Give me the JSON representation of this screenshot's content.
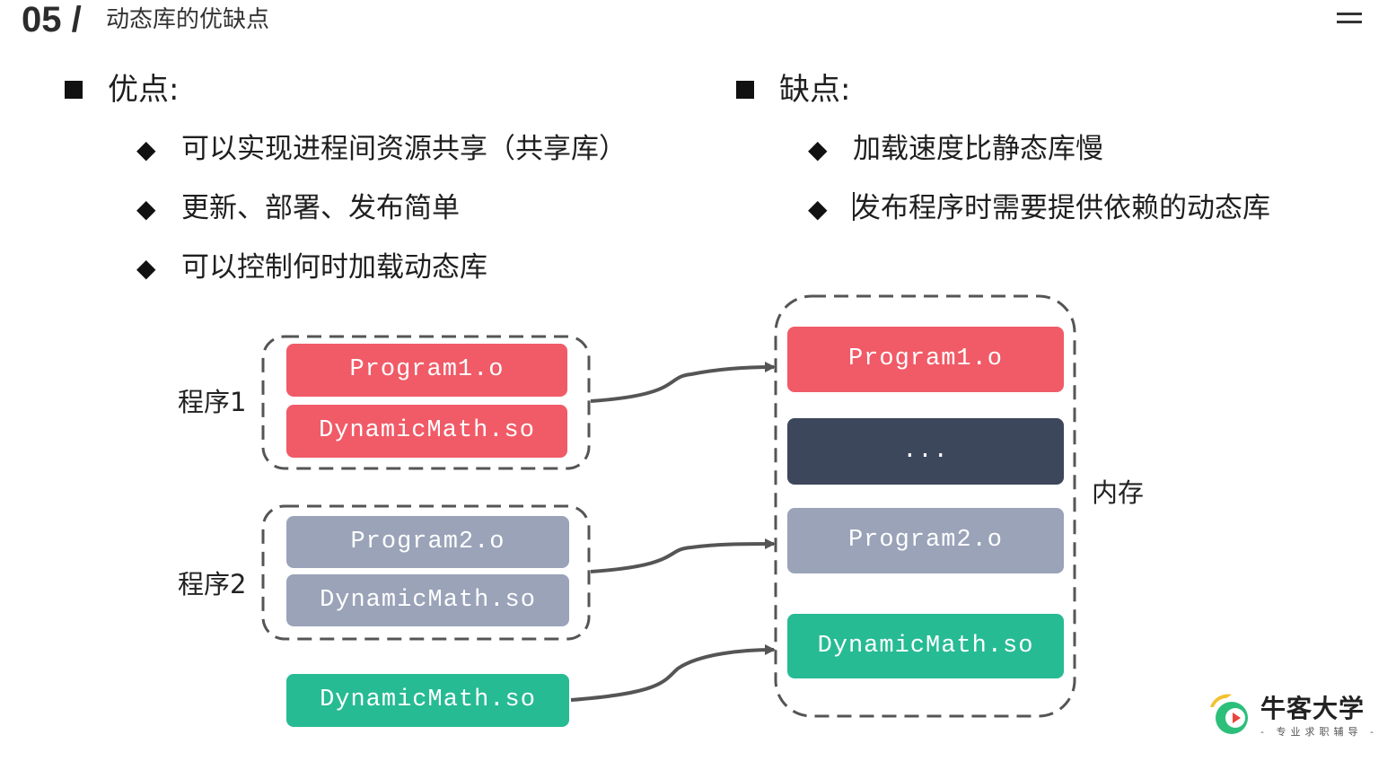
{
  "header": {
    "number": "05 /",
    "title": "动态库的优缺点"
  },
  "pros": {
    "title": "优点:",
    "items": [
      "可以实现进程间资源共享（共享库）",
      "更新、部署、发布简单",
      "可以控制何时加载动态库"
    ]
  },
  "cons": {
    "title": "缺点:",
    "items": [
      "加载速度比静态库慢",
      "发布程序时需要提供依赖的动态库"
    ]
  },
  "diagram": {
    "program1_label": "程序1",
    "program2_label": "程序2",
    "p1_obj": "Program1.o",
    "p1_lib": "DynamicMath.so",
    "p2_obj": "Program2.o",
    "p2_lib": "DynamicMath.so",
    "lib_standalone": "DynamicMath.so",
    "memory_label": "内存",
    "mem_items": [
      "Program1.o",
      "...",
      "Program2.o",
      "DynamicMath.so"
    ],
    "colors": {
      "red": "#f05b67",
      "gray": "#9aa3b8",
      "green": "#27bb94",
      "dark": "#3d475c"
    }
  },
  "logo": {
    "name": "牛客大学",
    "tagline": "- 专业求职辅导 -"
  }
}
